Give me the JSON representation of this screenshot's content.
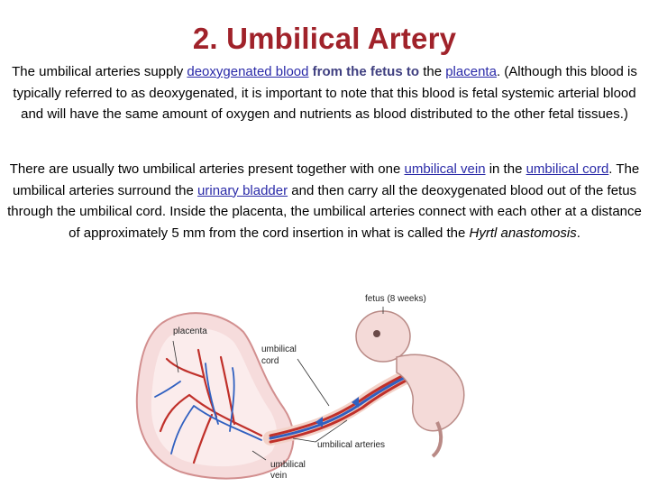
{
  "title": "2. Umbilical Artery",
  "para1": {
    "s1": "The umbilical arteries supply",
    "link_deoxy": "deoxygenated blood",
    "hl_from_fetus": "from the fetus to",
    "s2": "the",
    "link_placenta": "placenta",
    "s3": ". (Although this blood is typically referred to as deoxygenated, it is important to note that this blood is fetal systemic arterial blood and will have the same amount of oxygen and nutrients as blood distributed to the other fetal tissues.)"
  },
  "para2": {
    "s1": "There are usually two umbilical arteries present together with one",
    "link_vein": "umbilical vein",
    "s2": "in the",
    "link_cord": "umbilical cord",
    "s3": ". The umbilical arteries surround the",
    "link_bladder": "urinary bladder",
    "s4": "and then carry all the deoxygenated blood out of the fetus through the umbilical cord. Inside the placenta, the umbilical arteries connect with each other at a distance of approximately 5 mm from the cord insertion in what is called the",
    "hyrtl": "Hyrtl anastomosis",
    "s5": "."
  },
  "figure": {
    "label_fetus": "fetus (8 weeks)",
    "label_placenta": "placenta",
    "label_cord_1": "umbilical",
    "label_cord_2": "cord",
    "label_arteries": "umbilical arteries",
    "label_vein_1": "umbilical",
    "label_vein_2": "vein"
  },
  "colors": {
    "title": "#a0222a",
    "link": "#2a2aa8",
    "artery": "#c0302a",
    "vein": "#3060c0"
  }
}
